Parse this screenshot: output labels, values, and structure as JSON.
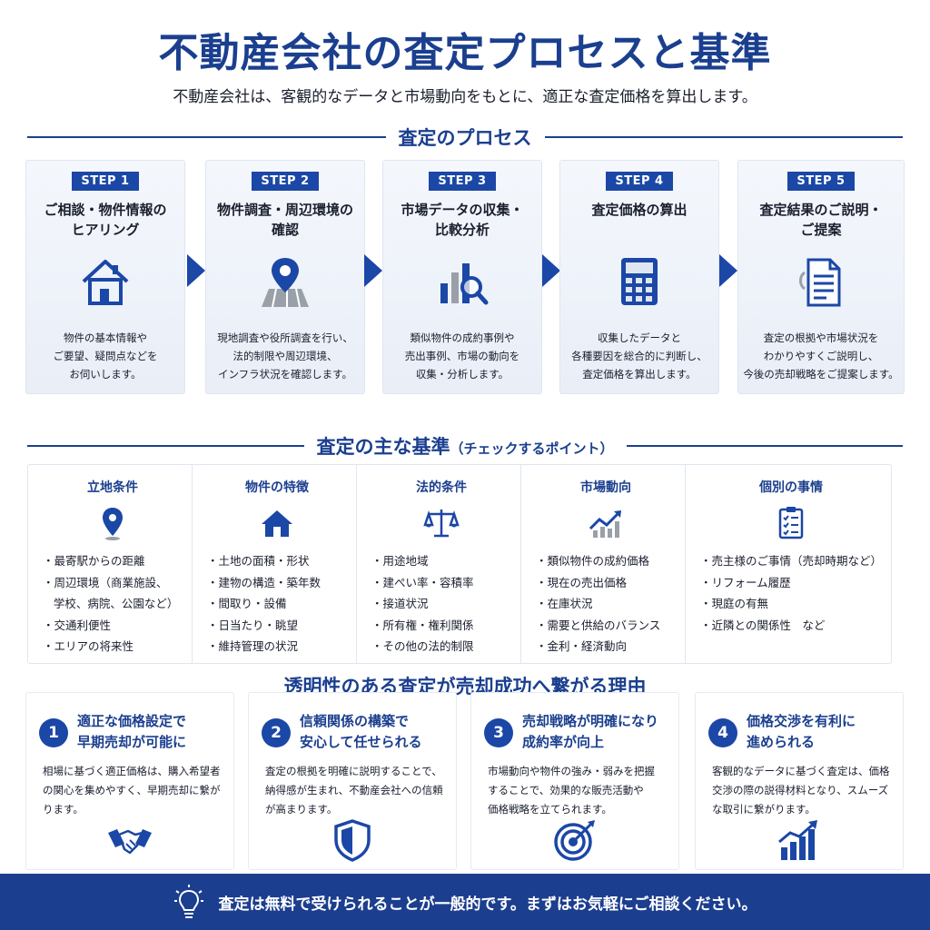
{
  "header": {
    "title": "不動産会社の査定プロセスと基準",
    "subtitle": "不動産会社は、客観的なデータと市場動向をもとに、適正な査定価格を算出します。"
  },
  "process": {
    "heading": "査定のプロセス",
    "steps": [
      {
        "badge": "STEP 1",
        "title": "ご相談・物件情報の\nヒアリング",
        "icon": "house-icon",
        "desc": "物件の基本情報や\nご要望、疑問点などを\nお伺いします。"
      },
      {
        "badge": "STEP 2",
        "title": "物件調査・周辺環境の\n確認",
        "icon": "map-pin-icon",
        "desc": "現地調査や役所調査を行い、\n法的制限や周辺環境、\nインフラ状況を確認します。"
      },
      {
        "badge": "STEP 3",
        "title": "市場データの収集・\n比較分析",
        "icon": "chart-search-icon",
        "desc": "類似物件の成約事例や\n売出事例、市場の動向を\n収集・分析します。"
      },
      {
        "badge": "STEP 4",
        "title": "査定価格の算出",
        "icon": "calculator-icon",
        "desc": "収集したデータと\n各種要因を総合的に判断し、\n査定価格を算出します。"
      },
      {
        "badge": "STEP 5",
        "title": "査定結果のご説明・\nご提案",
        "icon": "document-icon",
        "desc": "査定の根拠や市場状況を\nわかりやすくご説明し、\n今後の売却戦略をご提案します。"
      }
    ]
  },
  "criteria": {
    "heading": "査定の主な基準",
    "heading_note": "（チェックするポイント）",
    "columns": [
      {
        "title": "立地条件",
        "icon": "location-pin-icon",
        "items": [
          "・最寄駅からの距離",
          "・周辺環境（商業施設、",
          "   学校、病院、公園など）",
          "・交通利便性",
          "・エリアの将来性"
        ]
      },
      {
        "title": "物件の特徴",
        "icon": "house-icon",
        "items": [
          "・土地の面積・形状",
          "・建物の構造・築年数",
          "・間取り・設備",
          "・日当たり・眺望",
          "・維持管理の状況"
        ]
      },
      {
        "title": "法的条件",
        "icon": "scales-icon",
        "items": [
          "・用途地域",
          "・建ぺい率・容積率",
          "・接道状況",
          "・所有権・権利関係",
          "・その他の法的制限"
        ]
      },
      {
        "title": "市場動向",
        "icon": "trend-chart-icon",
        "items": [
          "・類似物件の成約価格",
          "・現在の売出価格",
          "・在庫状況",
          "・需要と供給のバランス",
          "・金利・経済動向"
        ]
      },
      {
        "title": "個別の事情",
        "icon": "checklist-icon",
        "items": [
          "・売主様のご事情（売却時期など）",
          "・リフォーム履歴",
          "・現庭の有無",
          "・近隣との関係性　など"
        ]
      }
    ]
  },
  "reasons": {
    "heading": "透明性のある査定が売却成功へ繋がる理由",
    "items": [
      {
        "num": "1",
        "title": "適正な価格設定で\n早期売却が可能に",
        "desc": "相場に基づく適正価格は、購入希望者\nの関心を集めやすく、早期売却に繋が\nります。",
        "icon": "handshake-icon"
      },
      {
        "num": "2",
        "title": "信頼関係の構築で\n安心して任せられる",
        "desc": "査定の根拠を明確に説明することで、\n納得感が生まれ、不動産会社への信頼\nが高まります。",
        "icon": "shield-icon"
      },
      {
        "num": "3",
        "title": "売却戦略が明確になり\n成約率が向上",
        "desc": "市場動向や物件の強み・弱みを把握\nすることで、効果的な販売活動や\n価格戦略を立てられます。",
        "icon": "target-icon"
      },
      {
        "num": "4",
        "title": "価格交渉を有利に\n進められる",
        "desc": "客観的なデータに基づく査定は、価格\n交渉の際の説得材料となり、スムーズ\nな取引に繋がります。",
        "icon": "growth-chart-icon"
      }
    ]
  },
  "footer": {
    "icon": "lightbulb-icon",
    "text": "査定は無料で受けられることが一般的です。まずはお気軽にご相談ください。"
  },
  "colors": {
    "accent": "#1b47a6",
    "navy": "#1b3f8f",
    "footer_bg": "#1c3e8e",
    "icon_gray": "#8a8f98"
  }
}
